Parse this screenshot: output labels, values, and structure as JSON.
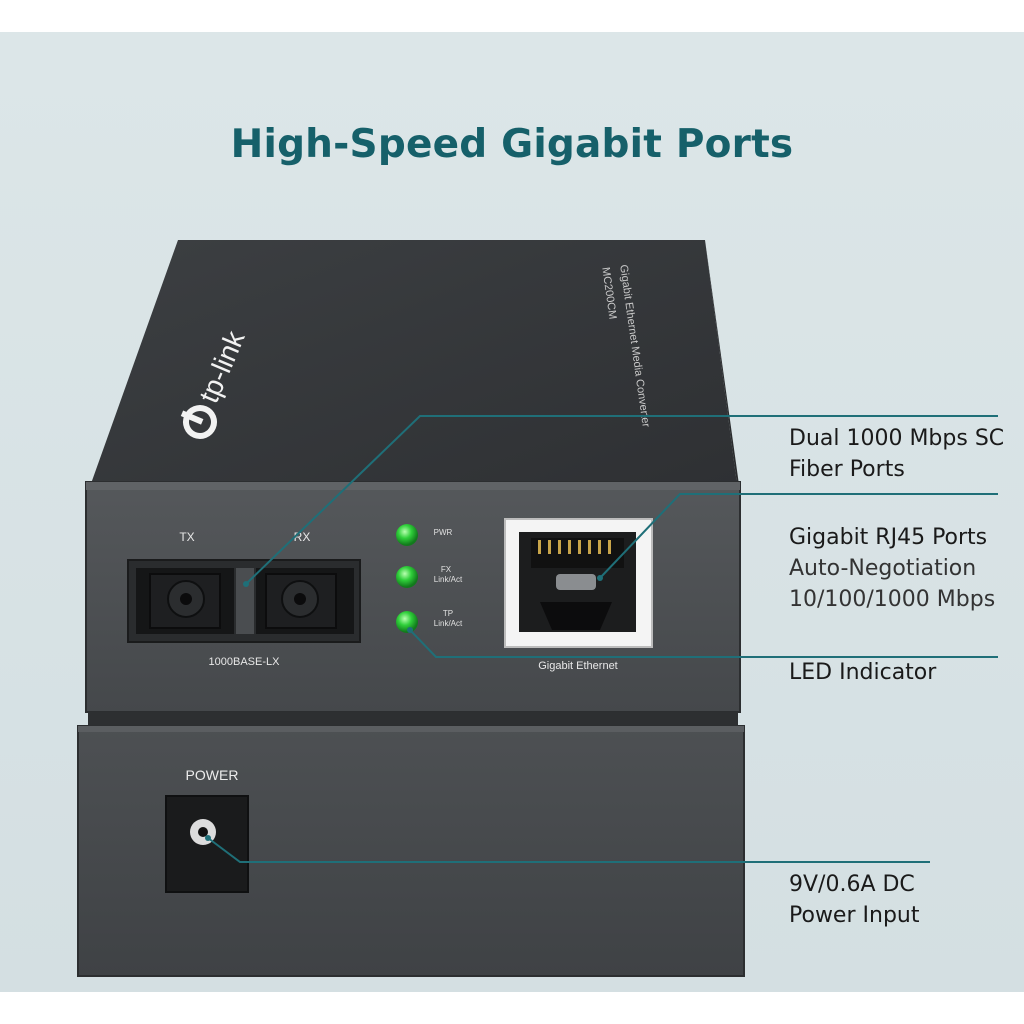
{
  "title": "High-Speed Gigabit Ports",
  "brand": "tp-link",
  "device": {
    "model_text": "MC200CM",
    "model_subtitle": "Gigabit Ethernet Media Converter",
    "port_tx": "TX",
    "port_rx": "RX",
    "fiber_label": "1000BASE-LX",
    "led_pwr": "PWR",
    "led_fx": "FX",
    "led_fx_sub": "Link/Act",
    "led_tp": "TP",
    "led_tp_sub": "Link/Act",
    "ethernet_label": "Gigabit Ethernet",
    "power_label": "POWER"
  },
  "callouts": {
    "fiber": {
      "line1": "Dual 1000 Mbps SC",
      "line2": "Fiber Ports"
    },
    "rj45": {
      "line1": "Gigabit RJ45 Ports",
      "line2": "Auto-Negotiation",
      "line3": "10/100/1000 Mbps"
    },
    "led": {
      "line1": "LED Indicator"
    },
    "power": {
      "line1": "9V/0.6A DC",
      "line2": "Power Input"
    }
  },
  "colors": {
    "title": "#16606a",
    "callout_line": "#1f6f78",
    "led_green": "#2fcf3a",
    "device_body": "#4a4d50"
  }
}
